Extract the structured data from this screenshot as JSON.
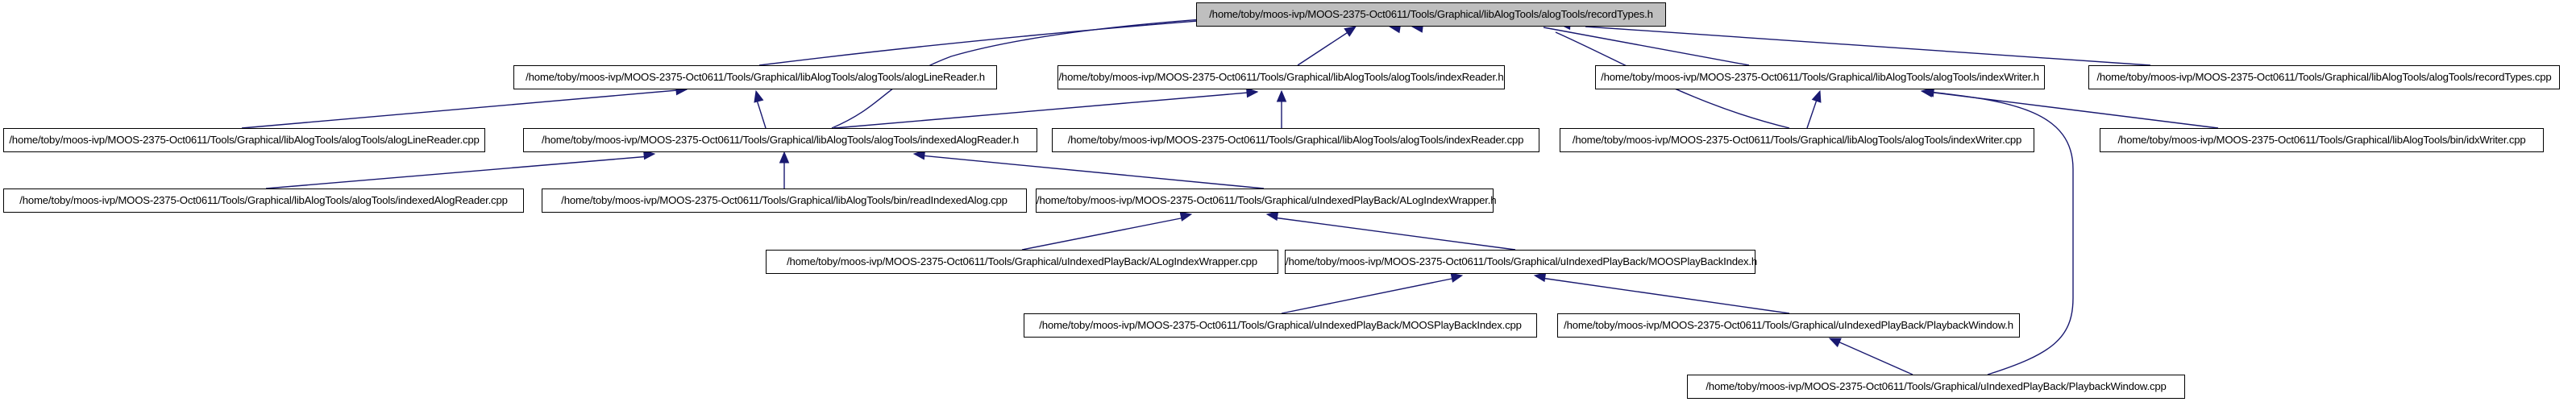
{
  "graph": {
    "type": "include-dependency-graph",
    "colors": {
      "edge": "#191970",
      "root_fill": "#bfbfbf",
      "node_fill": "#ffffff",
      "border": "#000000"
    },
    "nodes": [
      {
        "id": "recordTypes_h",
        "label": "/home/toby/moos-ivp/MOOS-2375-Oct0611/Tools/Graphical/libAlogTools/alogTools/recordTypes.h",
        "root": true
      },
      {
        "id": "alogLineReader_h",
        "label": "/home/toby/moos-ivp/MOOS-2375-Oct0611/Tools/Graphical/libAlogTools/alogTools/alogLineReader.h"
      },
      {
        "id": "indexReader_h",
        "label": "/home/toby/moos-ivp/MOOS-2375-Oct0611/Tools/Graphical/libAlogTools/alogTools/indexReader.h"
      },
      {
        "id": "indexWriter_h",
        "label": "/home/toby/moos-ivp/MOOS-2375-Oct0611/Tools/Graphical/libAlogTools/alogTools/indexWriter.h"
      },
      {
        "id": "recordTypes_cpp",
        "label": "/home/toby/moos-ivp/MOOS-2375-Oct0611/Tools/Graphical/libAlogTools/alogTools/recordTypes.cpp"
      },
      {
        "id": "alogLineReader_cpp",
        "label": "/home/toby/moos-ivp/MOOS-2375-Oct0611/Tools/Graphical/libAlogTools/alogTools/alogLineReader.cpp"
      },
      {
        "id": "indexedAlogReader_h",
        "label": "/home/toby/moos-ivp/MOOS-2375-Oct0611/Tools/Graphical/libAlogTools/alogTools/indexedAlogReader.h"
      },
      {
        "id": "indexReader_cpp",
        "label": "/home/toby/moos-ivp/MOOS-2375-Oct0611/Tools/Graphical/libAlogTools/alogTools/indexReader.cpp"
      },
      {
        "id": "indexWriter_cpp",
        "label": "/home/toby/moos-ivp/MOOS-2375-Oct0611/Tools/Graphical/libAlogTools/alogTools/indexWriter.cpp"
      },
      {
        "id": "idxWriter_cpp",
        "label": "/home/toby/moos-ivp/MOOS-2375-Oct0611/Tools/Graphical/libAlogTools/bin/idxWriter.cpp"
      },
      {
        "id": "indexedAlogReader_cpp",
        "label": "/home/toby/moos-ivp/MOOS-2375-Oct0611/Tools/Graphical/libAlogTools/alogTools/indexedAlogReader.cpp"
      },
      {
        "id": "readIndexedAlog_cpp",
        "label": "/home/toby/moos-ivp/MOOS-2375-Oct0611/Tools/Graphical/libAlogTools/bin/readIndexedAlog.cpp"
      },
      {
        "id": "ALogIndexWrapper_h",
        "label": "/home/toby/moos-ivp/MOOS-2375-Oct0611/Tools/Graphical/uIndexedPlayBack/ALogIndexWrapper.h"
      },
      {
        "id": "ALogIndexWrapper_cpp",
        "label": "/home/toby/moos-ivp/MOOS-2375-Oct0611/Tools/Graphical/uIndexedPlayBack/ALogIndexWrapper.cpp"
      },
      {
        "id": "MOOSPlayBackIndex_h",
        "label": "/home/toby/moos-ivp/MOOS-2375-Oct0611/Tools/Graphical/uIndexedPlayBack/MOOSPlayBackIndex.h"
      },
      {
        "id": "MOOSPlayBackIndex_cpp",
        "label": "/home/toby/moos-ivp/MOOS-2375-Oct0611/Tools/Graphical/uIndexedPlayBack/MOOSPlayBackIndex.cpp"
      },
      {
        "id": "PlaybackWindow_h",
        "label": "/home/toby/moos-ivp/MOOS-2375-Oct0611/Tools/Graphical/uIndexedPlayBack/PlaybackWindow.h"
      },
      {
        "id": "PlaybackWindow_cpp",
        "label": "/home/toby/moos-ivp/MOOS-2375-Oct0611/Tools/Graphical/uIndexedPlayBack/PlaybackWindow.cpp"
      }
    ],
    "edges": [
      {
        "from": "alogLineReader_h",
        "to": "recordTypes_h"
      },
      {
        "from": "indexedAlogReader_h",
        "to": "recordTypes_h"
      },
      {
        "from": "indexReader_h",
        "to": "recordTypes_h"
      },
      {
        "from": "indexWriter_cpp",
        "to": "recordTypes_h"
      },
      {
        "from": "indexWriter_h",
        "to": "recordTypes_h"
      },
      {
        "from": "recordTypes_cpp",
        "to": "recordTypes_h"
      },
      {
        "from": "alogLineReader_cpp",
        "to": "alogLineReader_h"
      },
      {
        "from": "indexedAlogReader_h",
        "to": "alogLineReader_h"
      },
      {
        "from": "indexedAlogReader_h",
        "to": "indexReader_h"
      },
      {
        "from": "indexReader_cpp",
        "to": "indexReader_h"
      },
      {
        "from": "indexWriter_cpp",
        "to": "indexWriter_h"
      },
      {
        "from": "idxWriter_cpp",
        "to": "indexWriter_h"
      },
      {
        "from": "PlaybackWindow_cpp",
        "to": "indexWriter_h"
      },
      {
        "from": "indexedAlogReader_cpp",
        "to": "indexedAlogReader_h"
      },
      {
        "from": "readIndexedAlog_cpp",
        "to": "indexedAlogReader_h"
      },
      {
        "from": "ALogIndexWrapper_h",
        "to": "indexedAlogReader_h"
      },
      {
        "from": "ALogIndexWrapper_cpp",
        "to": "ALogIndexWrapper_h"
      },
      {
        "from": "MOOSPlayBackIndex_h",
        "to": "ALogIndexWrapper_h"
      },
      {
        "from": "MOOSPlayBackIndex_cpp",
        "to": "MOOSPlayBackIndex_h"
      },
      {
        "from": "PlaybackWindow_h",
        "to": "MOOSPlayBackIndex_h"
      },
      {
        "from": "PlaybackWindow_cpp",
        "to": "PlaybackWindow_h"
      }
    ]
  }
}
